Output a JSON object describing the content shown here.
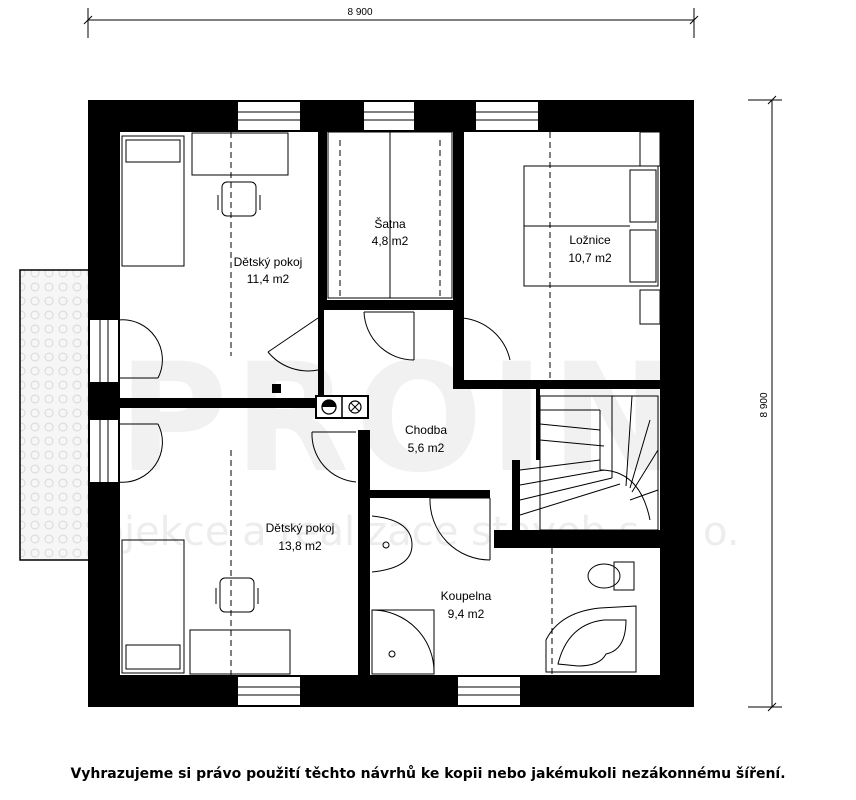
{
  "watermark": {
    "logo_text": "PROIN",
    "tagline": "Projekce a realizace staveb s. r. o."
  },
  "dimensions": {
    "width_label": "8 900",
    "height_label": "8 900"
  },
  "rooms": [
    {
      "id": "detsky-pokoj-1",
      "name": "Dětský pokoj",
      "area": "11,4 m2"
    },
    {
      "id": "satna",
      "name": "Šatna",
      "area": "4,8 m2"
    },
    {
      "id": "loznice",
      "name": "Ložnice",
      "area": "10,7 m2"
    },
    {
      "id": "chodba",
      "name": "Chodba",
      "area": "5,6 m2"
    },
    {
      "id": "detsky-pokoj-2",
      "name": "Dětský pokoj",
      "area": "13,8 m2"
    },
    {
      "id": "koupelna",
      "name": "Koupelna",
      "area": "9,4 m2"
    }
  ],
  "footer": {
    "notice": "Vyhrazujeme si právo použití těchto návrhů ke kopii nebo jakémukoli nezákonnému šíření."
  },
  "colors": {
    "wall": "#000000",
    "fixture": "#333333",
    "balcony_fill": "#f3f3f3",
    "watermark": "#eeeeee"
  }
}
